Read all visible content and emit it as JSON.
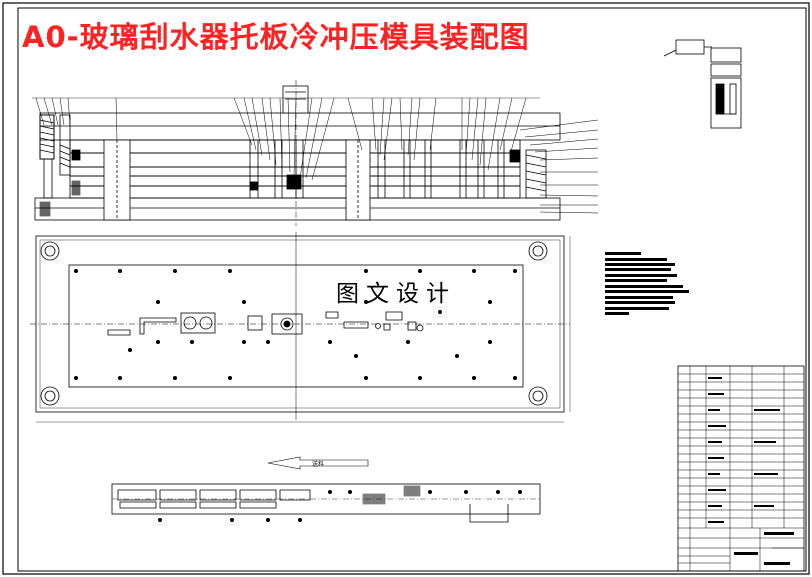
{
  "title": "A0-玻璃刮水器托板冷冲压模具装配图",
  "watermark": "图文设计",
  "feed_direction": "送料",
  "colors": {
    "title": "#ff2222",
    "line": "#000000",
    "background": "#ffffff"
  }
}
